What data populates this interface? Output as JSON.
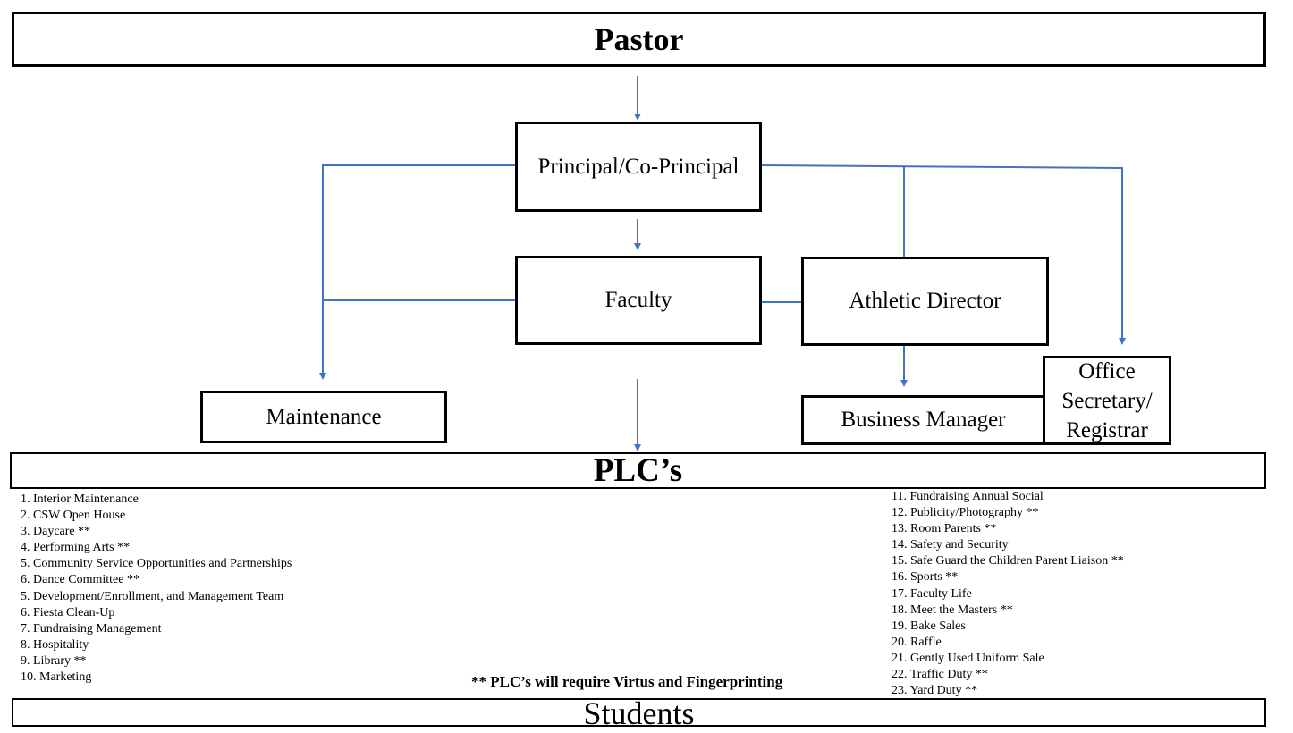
{
  "nodes": {
    "pastor": "Pastor",
    "principal": "Principal/Co-Principal",
    "faculty": "Faculty",
    "athletic_director": "Athletic Director",
    "maintenance": "Maintenance",
    "business_manager": "Business Manager",
    "office_secretary": [
      "Office",
      "Secretary/",
      "Registrar"
    ],
    "plcs": "PLC’s",
    "students": "Students"
  },
  "plc_list_left": [
    "1. Interior Maintenance",
    "2. CSW Open House",
    "3. Daycare **",
    "4. Performing Arts **",
    "5. Community Service Opportunities and Partnerships",
    "6. Dance Committee **",
    "5. Development/Enrollment, and Management Team",
    "6. Fiesta Clean-Up",
    "7. Fundraising Management",
    "8. Hospitality",
    "9. Library **",
    "10. Marketing"
  ],
  "plc_list_right": [
    "11. Fundraising Annual Social",
    "12. Publicity/Photography **",
    "13. Room Parents **",
    "14. Safety and Security",
    "15. Safe Guard the Children Parent Liaison **",
    "16. Sports **",
    "17. Faculty Life",
    "18. Meet the Masters **",
    "19. Bake Sales",
    "20. Raffle",
    "21. Gently Used Uniform Sale",
    "22. Traffic Duty **",
    "23. Yard Duty **"
  ],
  "footnote": "** PLC’s will require Virtus and Fingerprinting",
  "colors": {
    "connector": "#4472C4",
    "border": "#000000"
  }
}
